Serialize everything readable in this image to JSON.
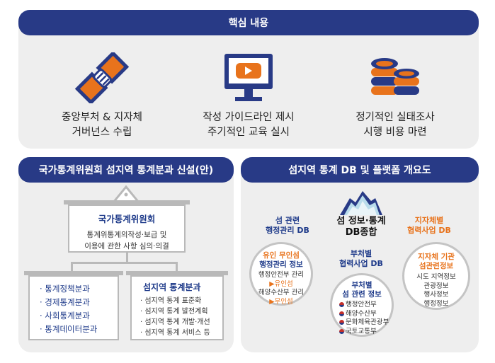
{
  "top": {
    "title": "핵심 내용",
    "items": [
      {
        "line1": "중앙부처 & 지자체",
        "line2": "거버넌스 수립",
        "icon": "handshake-icon"
      },
      {
        "line1": "작성 가이드라인 제시",
        "line2": "주기적인 교육 실시",
        "icon": "monitor-play-icon"
      },
      {
        "line1": "정기적인 실태조사",
        "line2": "시행 비용 마련",
        "icon": "coins-icon"
      }
    ]
  },
  "left": {
    "title": "국가통계위원회 섬지역 통계분과 신설(안)",
    "committee": {
      "title": "국가통계위원회",
      "line1": "통계위통계의작성·보급 및",
      "line2": "이용에 관한 사항 심의·의결"
    },
    "branches": [
      "· 통계정책분과",
      "· 경제통계분과",
      "· 사회통계분과",
      "· 통계데이터분과"
    ],
    "island": {
      "title": "섬지역 통계분과",
      "items": [
        "· 섬지역 통계 표준화",
        "· 섬지역 통계 발전계획",
        "· 섬지역 통계 개발·개선",
        "· 섬지역 통계 서비스 등"
      ]
    }
  },
  "right": {
    "title": "섬지역 통계 DB 및 플랫폼 개요도",
    "center": {
      "line1": "섬 정보·통계",
      "line2": "DB종합"
    },
    "left_label": {
      "line1": "섬 관련",
      "line2": "행정관리 DB"
    },
    "left_circle": {
      "title1": "유인 무인섬",
      "title2": "행정관리 정보",
      "line1": "행정안전부 관리",
      "line2": "▶유인섬",
      "line3": "해양수산부 관리",
      "line4": "▶무인섬"
    },
    "mid_label": {
      "line1": "부처별",
      "line2": "협력사업 DB"
    },
    "mid_circle": {
      "title1": "부처별",
      "title2": "섬 관련 정보",
      "items": [
        "행정안전부",
        "해양수산부",
        "문화체육관광부",
        "국토교통부"
      ]
    },
    "right_label": {
      "line1": "지자체별",
      "line2": "협력사업 DB"
    },
    "right_circle": {
      "title1": "지자체 기관",
      "title2": "섬관련정보",
      "items": [
        "시도 지역정보",
        "관광정보",
        "행사정보",
        "행정정보"
      ]
    }
  },
  "colors": {
    "navy": "#283a86",
    "orange": "#e8731c",
    "panel": "#eeeeee"
  }
}
